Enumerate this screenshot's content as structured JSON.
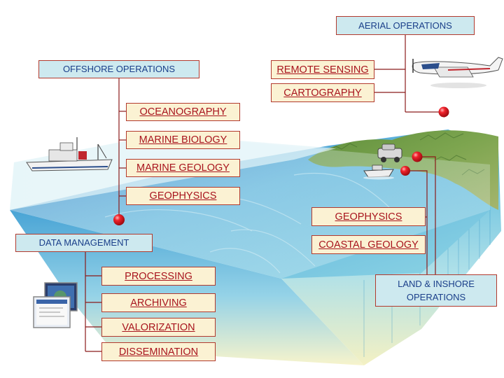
{
  "aerial": {
    "title": "AERIAL OPERATIONS",
    "items": [
      "REMOTE SENSING",
      "CARTOGRAPHY"
    ]
  },
  "offshore": {
    "title": "OFFSHORE OPERATIONS",
    "items": [
      "OCEANOGRAPHY",
      "MARINE BIOLOGY",
      "MARINE GEOLOGY",
      "GEOPHYSICS"
    ]
  },
  "data_management": {
    "title": "DATA MANAGEMENT",
    "items": [
      "PROCESSING",
      "ARCHIVING",
      "VALORIZATION",
      "DISSEMINATION"
    ]
  },
  "land": {
    "title_line1": "LAND & INSHORE",
    "title_line2": "OPERATIONS",
    "items": [
      "GEOPHYSICS",
      "COASTAL GEOLOGY"
    ]
  },
  "colors": {
    "header_bg": "#cde9ef",
    "item_bg": "#fbf2d3",
    "border": "#b23a2e",
    "header_text": "#1a3f8a",
    "item_text": "#a8141d",
    "marker": "#e0141e"
  },
  "icons": [
    "aircraft-icon",
    "research-ship-icon",
    "computer-monitors-icon",
    "survey-vehicle-icon",
    "small-boat-icon"
  ]
}
